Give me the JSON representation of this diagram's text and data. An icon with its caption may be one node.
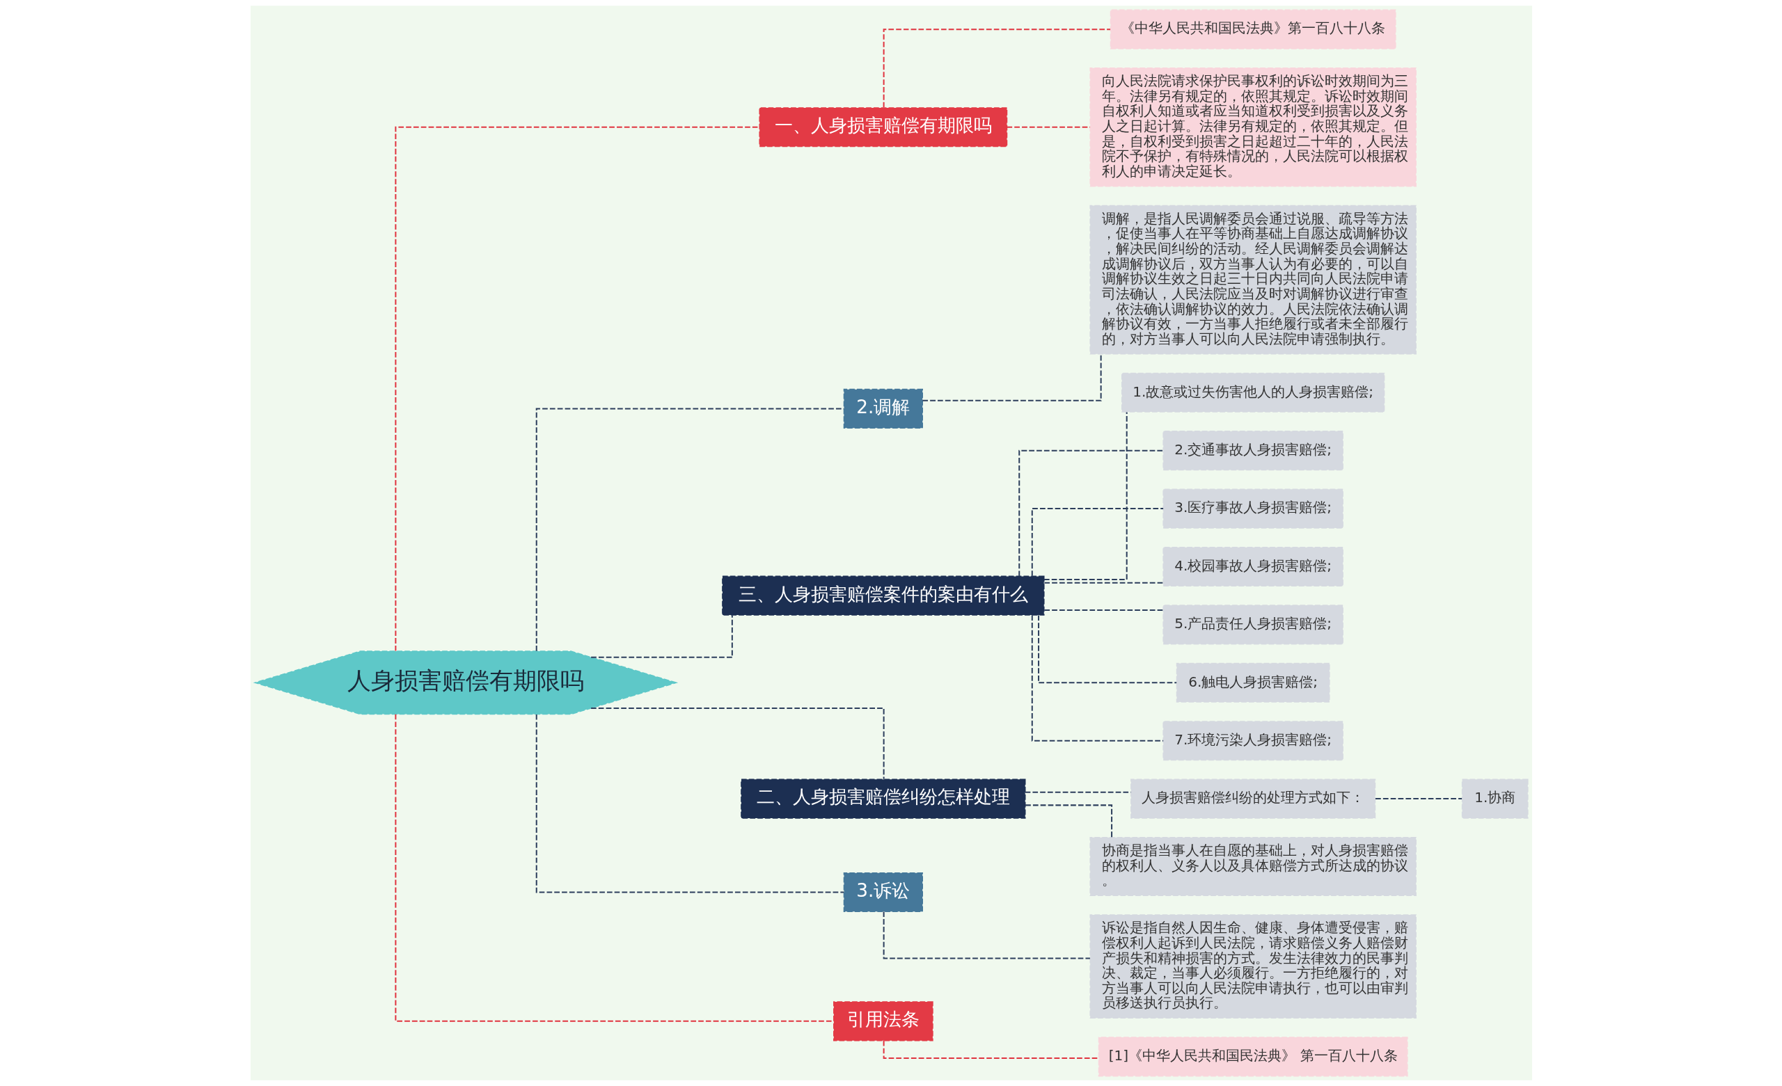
{
  "diagram": {
    "nodes": [
      {
        "text": [
          "人身损害赔偿有期限吗"
        ]
      },
      {
        "text": [
          "一、人身损害赔偿有期限吗"
        ]
      },
      {
        "text": [
          "《中华人民共和国民法典》第一百八十八条"
        ]
      },
      {
        "text": [
          "向人民法院请求保护民事权利的诉讼时效期间为三年。法律另有规定的，依照其规定。诉讼时效期间自权利人知道或者应当知道权利受到损害以及义务人之日起计算。法律另有规定的，依照其规定。但是，自权利受到损害之日起超过二十年的，人民法院不予保护，有特殊情况的，人民法院可以根据权利人的申请决定延长。"
        ]
      },
      {
        "text": [
          "2.调解"
        ]
      },
      {
        "text": [
          "调解，是指人民调解委员会通过说服、疏导等方法，促使当事人在平等协商基础上自愿达成调解协议，解决民间纠纷的活动。经人民调解委员会调解达成调解协议后，双方当事人认为有必要的，可以自调解协议生效之日起三十日内共同向人民法院申请司法确认，人民法院应当及时对调解协议进行审查，依法确认调解协议的效力。人民法院依法确认调解协议有效，一方当事人拒绝履行或者未全部履行的，对方当事人可以向人民法院申请强制执行。"
        ]
      },
      {
        "text": [
          "三、人身损害赔偿案件的案由有什么"
        ]
      },
      {
        "text": [
          "1.故意或过失伤害他人的人身损害赔偿;"
        ]
      },
      {
        "text": [
          "2.交通事故人身损害赔偿;"
        ]
      },
      {
        "text": [
          "3.医疗事故人身损害赔偿;"
        ]
      },
      {
        "text": [
          "4.校园事故人身损害赔偿;"
        ]
      },
      {
        "text": [
          "5.产品责任人身损害赔偿;"
        ]
      },
      {
        "text": [
          "6.触电人身损害赔偿;"
        ]
      },
      {
        "text": [
          "7.环境污染人身损害赔偿;"
        ]
      },
      {
        "text": [
          "二、人身损害赔偿纠纷怎样处理"
        ]
      },
      {
        "text": [
          "人身损害赔偿纠纷的处理方式如下："
        ]
      },
      {
        "text": [
          "1.协商"
        ]
      },
      {
        "text": [
          "协商是指当事人在自愿的基础上，对人身损害赔偿的权利人、义务人以及具体赔偿方式所达成的协议。"
        ]
      },
      {
        "text": [
          "3.诉讼"
        ]
      },
      {
        "text": [
          "诉讼是指自然人因生命、健康、身体遭受侵害，赔偿权利人起诉到人民法院，请求赔偿义务人赔偿财产损失和精神损害的方式。发生法律效力的民事判决、裁定，当事人必须履行。一方拒绝履行的，对方当事人可以向人民法院申请执行，也可以由审判员移送执行员执行。"
        ]
      },
      {
        "text": [
          "引用法条"
        ]
      },
      {
        "text": [
          "[1]《中华人民共和国民法典》 第一百八十八条"
        ]
      }
    ],
    "edges": [
      {
        "from": 0,
        "to": 1,
        "arrow": "none",
        "style": "dashed",
        "color": "#e0343f"
      },
      {
        "from": 1,
        "to": 2,
        "arrow": "none",
        "style": "dashed",
        "color": "#e0343f"
      },
      {
        "from": 1,
        "to": 3,
        "arrow": "none",
        "style": "dashed",
        "color": "#e0343f"
      },
      {
        "from": 0,
        "to": 4,
        "arrow": "none",
        "style": "dashed"
      },
      {
        "from": 4,
        "to": 5,
        "arrow": "none",
        "style": "dashed"
      },
      {
        "from": 0,
        "to": 6,
        "arrow": "none",
        "style": "dashed"
      },
      {
        "from": 6,
        "to": 7,
        "arrow": "none",
        "style": "dashed"
      },
      {
        "from": 6,
        "to": 8,
        "arrow": "none",
        "style": "dashed"
      },
      {
        "from": 6,
        "to": 9,
        "arrow": "none",
        "style": "dashed"
      },
      {
        "from": 6,
        "to": 10,
        "arrow": "none",
        "style": "dashed"
      },
      {
        "from": 6,
        "to": 11,
        "arrow": "none",
        "style": "dashed"
      },
      {
        "from": 6,
        "to": 12,
        "arrow": "none",
        "style": "dashed"
      },
      {
        "from": 6,
        "to": 13,
        "arrow": "none",
        "style": "dashed"
      },
      {
        "from": 0,
        "to": 14,
        "arrow": "none",
        "style": "dashed"
      },
      {
        "from": 14,
        "to": 15,
        "arrow": "none",
        "style": "dashed"
      },
      {
        "from": 15,
        "to": 16,
        "arrow": "none",
        "style": "dashed"
      },
      {
        "from": 14,
        "to": 17,
        "arrow": "none",
        "style": "dashed"
      },
      {
        "from": 0,
        "to": 18,
        "arrow": "none",
        "style": "dashed"
      },
      {
        "from": 18,
        "to": 19,
        "arrow": "none",
        "style": "dashed"
      },
      {
        "from": 0,
        "to": 20,
        "arrow": "none",
        "style": "dashed",
        "color": "#e0343f"
      },
      {
        "from": 20,
        "to": 21,
        "arrow": "none",
        "style": "dashed",
        "color": "#e0343f"
      }
    ]
  }
}
